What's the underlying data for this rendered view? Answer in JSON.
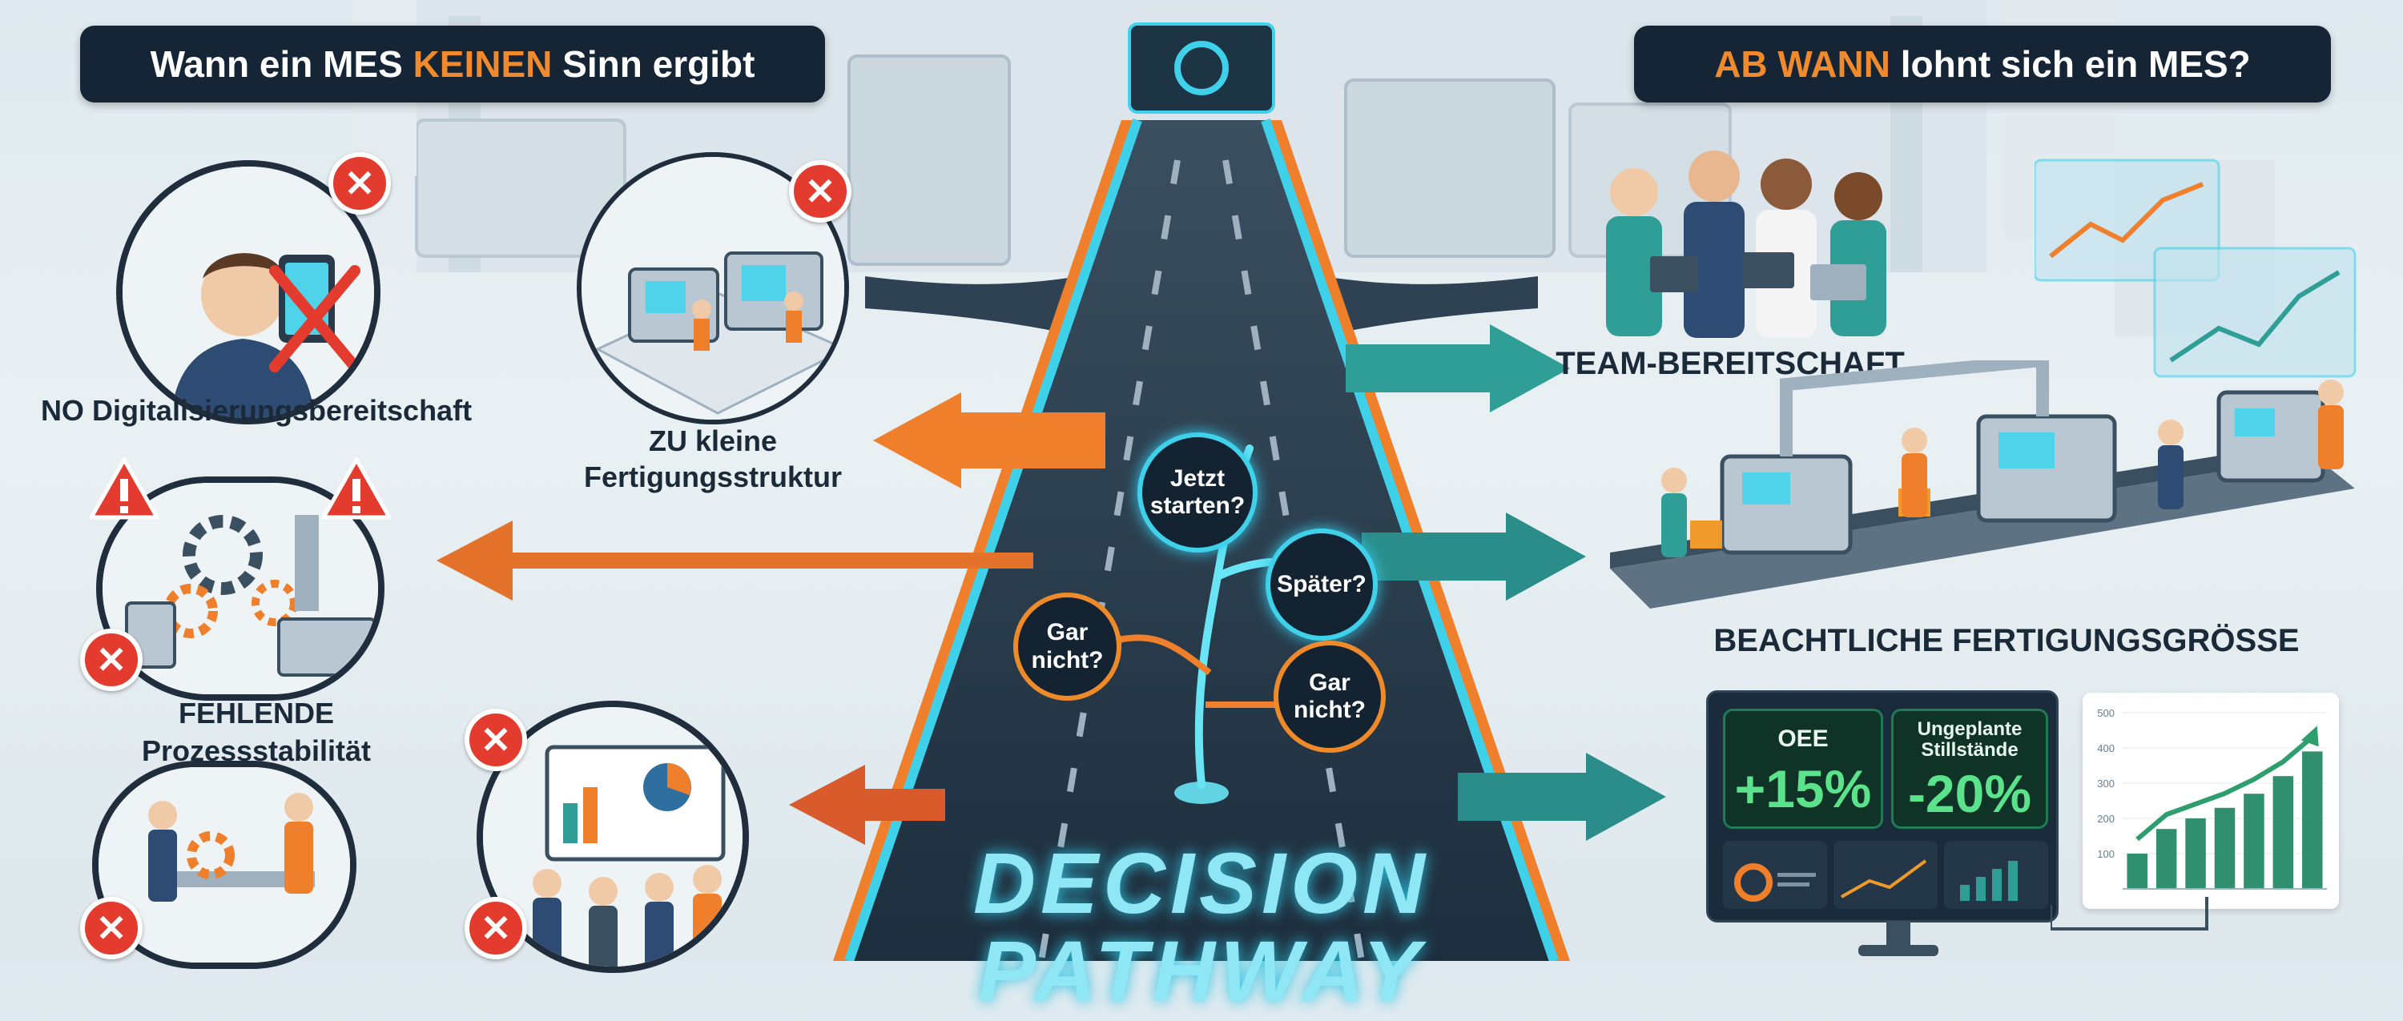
{
  "left_banner": {
    "pre": "Wann ein MES ",
    "highlight": "KEINEN",
    "post": " Sinn ergibt"
  },
  "right_banner": {
    "highlight": "AB WANN",
    "post": " lohnt sich ein MES?"
  },
  "left_items": [
    {
      "label": "NO Digitalisierungsbereitschaft"
    },
    {
      "label_line1": "ZU kleine",
      "label_line2": "Fertigungsstruktur"
    },
    {
      "label_line1": "FEHLENDE",
      "label_line2": "Prozessstabilität"
    }
  ],
  "right_items": [
    {
      "label": "TEAM-BEREITSCHAFT"
    },
    {
      "label": "BEACHTLICHE FERTIGUNGSGRÖSSE"
    }
  ],
  "decisions": {
    "now_l1": "Jetzt",
    "now_l2": "starten?",
    "later": "Später?",
    "never_a_l1": "Gar",
    "never_a_l2": "nicht?",
    "never_b_l1": "Gar",
    "never_b_l2": "nicht?"
  },
  "road_title_1": "DECISION",
  "road_title_2": "PATHWAY",
  "dashboard": {
    "kpi1_label": "OEE",
    "kpi1_value": "+15%",
    "kpi2_label_l1": "Ungeplante",
    "kpi2_label_l2": "Stillstände",
    "kpi2_value": "-20%"
  },
  "chart_data": {
    "type": "bar",
    "y_ticks": [
      "500",
      "400",
      "300",
      "200",
      "100"
    ],
    "values": [
      100,
      170,
      200,
      230,
      270,
      320,
      390
    ],
    "ylim": [
      0,
      500
    ]
  },
  "colors": {
    "teal": "#2f9e96",
    "orange": "#ef7f2a",
    "dark": "#152536",
    "glow": "#3fd0ea",
    "red": "#e43b2f"
  }
}
